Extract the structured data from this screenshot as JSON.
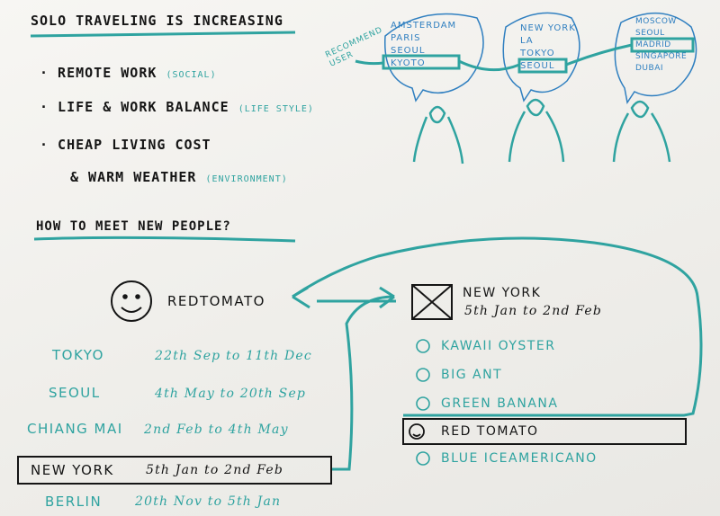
{
  "title": "SOLO TRAVELING IS INCREASING",
  "bullets": [
    {
      "text": "· REMOTE WORK",
      "tag": "(SOCIAL)"
    },
    {
      "text": "· LIFE & WORK BALANCE",
      "tag": "(LIFE STYLE)"
    },
    {
      "text": "· CHEAP LIVING COST",
      "tag": ""
    },
    {
      "text": "& WARM WEATHER",
      "tag": "(ENVIRONMENT)"
    }
  ],
  "question": "HOW TO MEET NEW PEOPLE?",
  "recommend_label": "RECOMMEND USER",
  "bubbles": [
    {
      "cities": [
        "AMSTERDAM",
        "PARIS",
        "SEOUL",
        "KYOTO"
      ]
    },
    {
      "cities": [
        "NEW YORK",
        "LA",
        "TOKYO",
        "SEOUL"
      ]
    },
    {
      "cities": [
        "MOSCOW",
        "SEOUL",
        "MADRID",
        "SINGAPORE",
        "DUBAI"
      ]
    }
  ],
  "profile": {
    "username": "REDTOMATO",
    "trips": [
      {
        "city": "TOKYO",
        "dates": "22th Sep to 11th Dec"
      },
      {
        "city": "SEOUL",
        "dates": "4th May to 20th Sep"
      },
      {
        "city": "CHIANG MAI",
        "dates": "2nd Feb to 4th May"
      },
      {
        "city": "NEW YORK",
        "dates": "5th Jan to 2nd Feb"
      },
      {
        "city": "BERLIN",
        "dates": "20th Nov to 5th Jan"
      }
    ]
  },
  "group": {
    "city": "NEW YORK",
    "dates": "5th Jan to 2nd Feb",
    "members": [
      "KAWAII OYSTER",
      "BIG ANT",
      "GREEN BANANA",
      "RED TOMATO",
      "BLUE ICEAMERICANO"
    ]
  },
  "colors": {
    "ink": "#151515",
    "teal": "#2fa3a0"
  }
}
